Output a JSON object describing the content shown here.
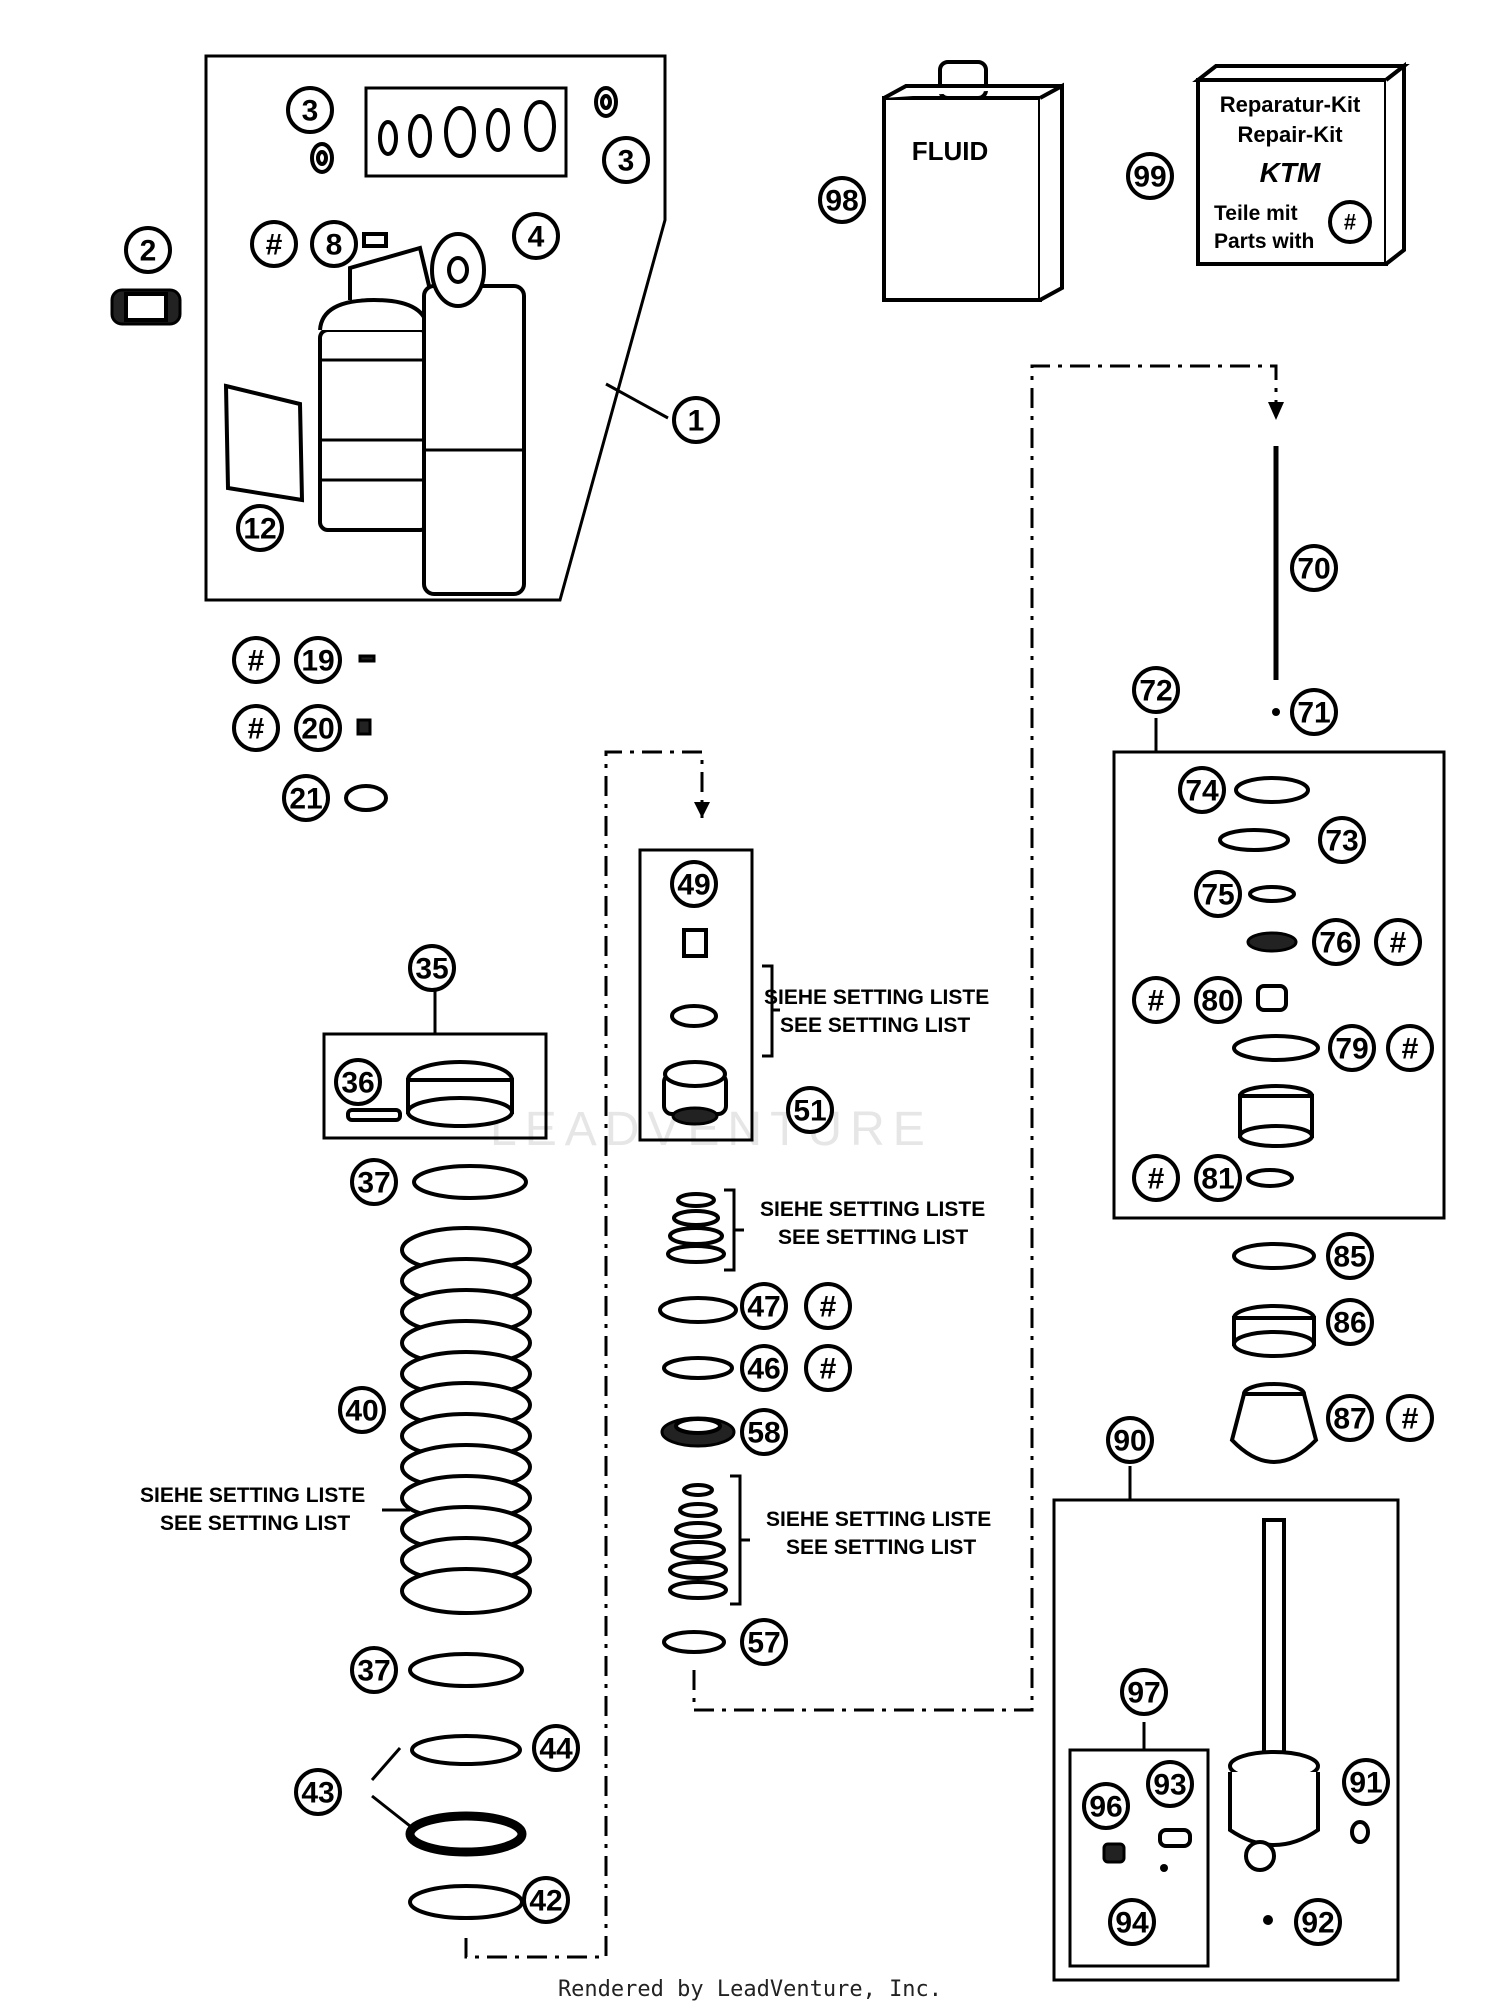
{
  "callouts": [
    {
      "label": "1"
    },
    {
      "label": "2"
    },
    {
      "label": "3"
    },
    {
      "label": "3"
    },
    {
      "label": "4"
    },
    {
      "label": "#"
    },
    {
      "label": "8"
    },
    {
      "label": "12"
    },
    {
      "label": "#"
    },
    {
      "label": "19"
    },
    {
      "label": "#"
    },
    {
      "label": "20"
    },
    {
      "label": "21"
    },
    {
      "label": "35"
    },
    {
      "label": "36"
    },
    {
      "label": "37"
    },
    {
      "label": "40"
    },
    {
      "label": "37"
    },
    {
      "label": "43"
    },
    {
      "label": "44"
    },
    {
      "label": "42"
    },
    {
      "label": "49"
    },
    {
      "label": "51"
    },
    {
      "label": "47"
    },
    {
      "label": "#"
    },
    {
      "label": "46"
    },
    {
      "label": "#"
    },
    {
      "label": "58"
    },
    {
      "label": "57"
    },
    {
      "label": "70"
    },
    {
      "label": "71"
    },
    {
      "label": "72"
    },
    {
      "label": "74"
    },
    {
      "label": "73"
    },
    {
      "label": "75"
    },
    {
      "label": "76"
    },
    {
      "label": "#"
    },
    {
      "label": "#"
    },
    {
      "label": "80"
    },
    {
      "label": "79"
    },
    {
      "label": "#"
    },
    {
      "label": "#"
    },
    {
      "label": "81"
    },
    {
      "label": "85"
    },
    {
      "label": "86"
    },
    {
      "label": "87"
    },
    {
      "label": "#"
    },
    {
      "label": "90"
    },
    {
      "label": "97"
    },
    {
      "label": "96"
    },
    {
      "label": "93"
    },
    {
      "label": "91"
    },
    {
      "label": "94"
    },
    {
      "label": "92"
    },
    {
      "label": "98"
    },
    {
      "label": "99"
    }
  ],
  "notes": {
    "setting_de": "SIEHE SETTING LISTE",
    "setting_en": "SEE SETTING LIST"
  },
  "fluid_label": "FLUID",
  "repair_kit": {
    "line1": "Reparatur-Kit",
    "line2": "Repair-Kit",
    "brand": "KTM",
    "line3": "Teile mit",
    "line4": "Parts with",
    "mark": "#"
  },
  "watermark": "LEADVENTURE",
  "footer": "Rendered by LeadVenture, Inc."
}
